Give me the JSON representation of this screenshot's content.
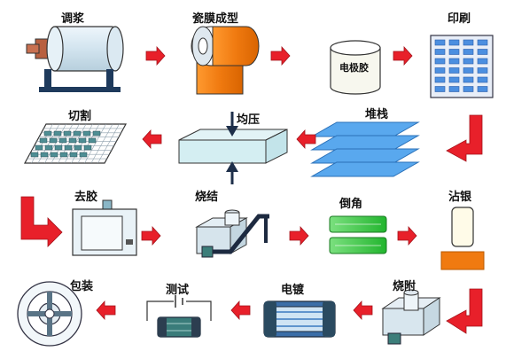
{
  "steps": {
    "slurry": "调浆",
    "tape_casting": "瓷膜成型",
    "printing": "印刷",
    "electrode_paste": "电极胶",
    "cutting": "切割",
    "isostatic_pressing": "均压",
    "stacking": "堆栈",
    "debinding": "去胶",
    "sintering": "烧结",
    "chamfering": "倒角",
    "silver_dipping": "沾银",
    "packaging": "包装",
    "testing": "测试",
    "electroplating": "电镀",
    "firing_terminations": "烧附"
  },
  "colors": {
    "arrow": "#e8202a",
    "ceramic_tape": "#f07a10",
    "green_chip": "#2fc43a",
    "silver_cap": "#f07a10",
    "layer_blue": "#59a8ee",
    "device": "#c8dde8",
    "dark_bar": "#2a4a60"
  }
}
